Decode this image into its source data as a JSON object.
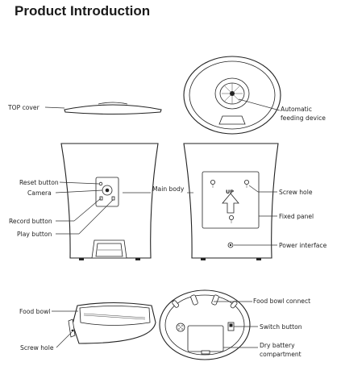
{
  "title": "Product Introduction",
  "labels": {
    "top_cover": "TOP cover",
    "automatic_feeding_device_1": "Automatic",
    "automatic_feeding_device_2": "feeding device",
    "reset_button": "Reset button",
    "camera": "Camera",
    "main_body": "Main body",
    "record_button": "Record button",
    "play_button": "Play button",
    "screw_hole_right": "Screw hole",
    "fixed_panel": "Fixed panel",
    "power_interface": "Power interface",
    "up_mark": "UP",
    "food_bowl": "Food bowl",
    "screw_hole_bowl": "Screw hole",
    "food_bowl_connect": "Food bowl connect",
    "switch_button": "Switch button",
    "dry_battery_1": "Dry battery",
    "dry_battery_2": "compartment"
  }
}
